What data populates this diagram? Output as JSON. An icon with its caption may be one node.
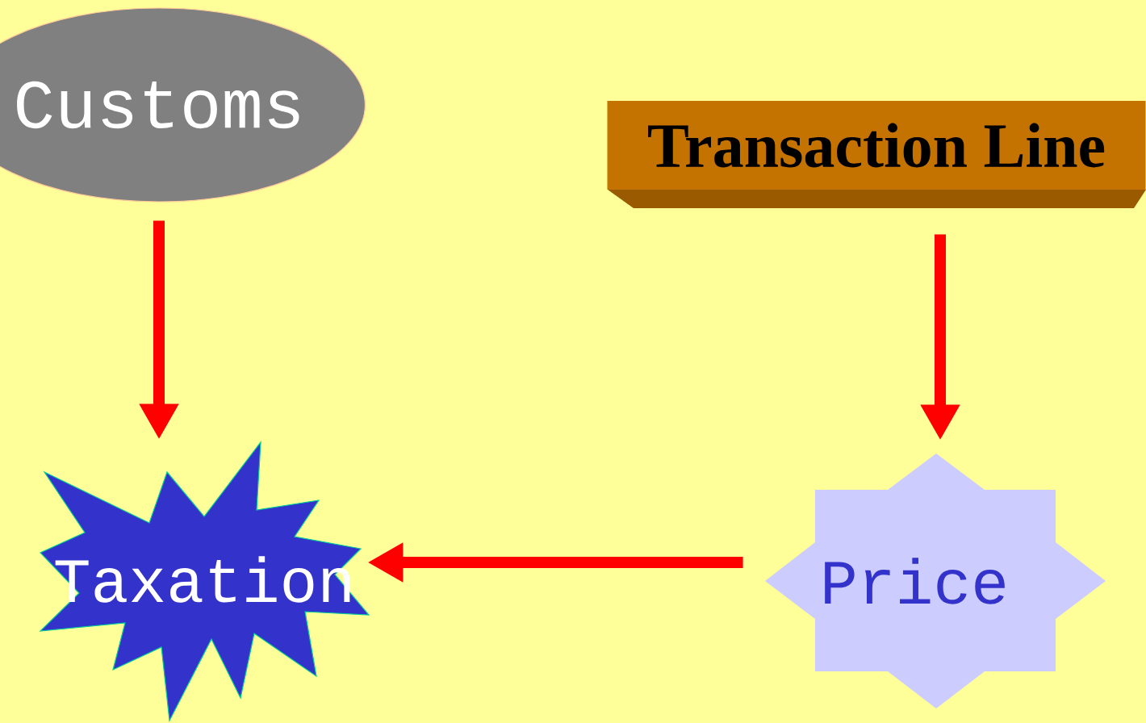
{
  "diagram": {
    "nodes": [
      {
        "text": [
          "Customs"
        ]
      },
      {
        "text": [
          "Transaction Line"
        ]
      },
      {
        "text": [
          "Taxation"
        ]
      },
      {
        "text": [
          "Price"
        ]
      }
    ],
    "edges": [
      {
        "from": 0,
        "to": 2,
        "arrow": "to"
      },
      {
        "from": 1,
        "to": 3,
        "arrow": "to"
      },
      {
        "from": 3,
        "to": 2,
        "arrow": "to"
      }
    ]
  }
}
